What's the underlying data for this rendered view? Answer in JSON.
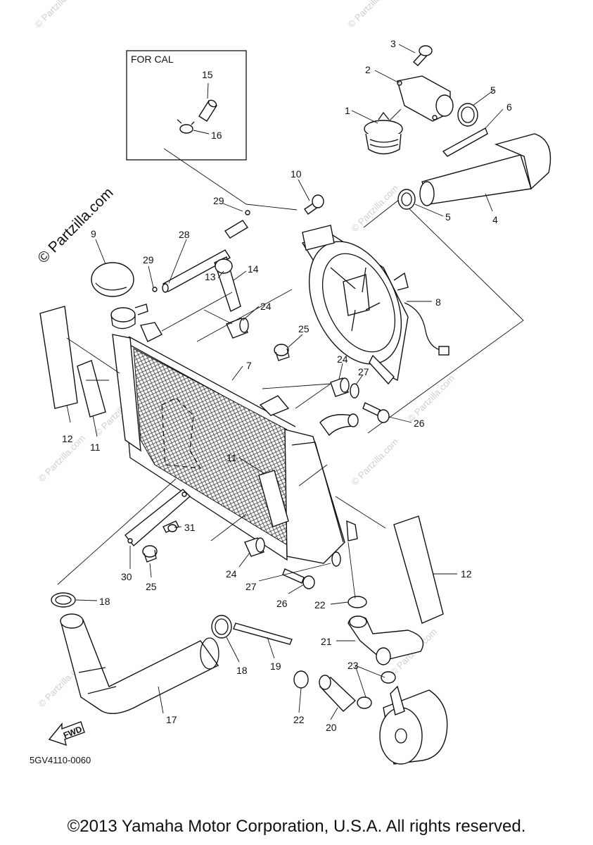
{
  "inset_title": "FOR CAL",
  "watermark_main": "© Partzilla.com",
  "watermark_small": "© Partzilla.com",
  "diagram_code": "5GV4110-0060",
  "fwd_label": "FWD",
  "callouts": [
    "1",
    "2",
    "3",
    "4",
    "5",
    "5",
    "6",
    "7",
    "8",
    "9",
    "10",
    "11",
    "11",
    "12",
    "12",
    "13",
    "14",
    "15",
    "16",
    "17",
    "18",
    "18",
    "19",
    "20",
    "21",
    "22",
    "22",
    "23",
    "24",
    "24",
    "24",
    "25",
    "25",
    "26",
    "26",
    "27",
    "27",
    "28",
    "29",
    "29",
    "30",
    "31"
  ],
  "copyright": "©2013 Yamaha Motor Corporation, U.S.A. All rights reserved."
}
